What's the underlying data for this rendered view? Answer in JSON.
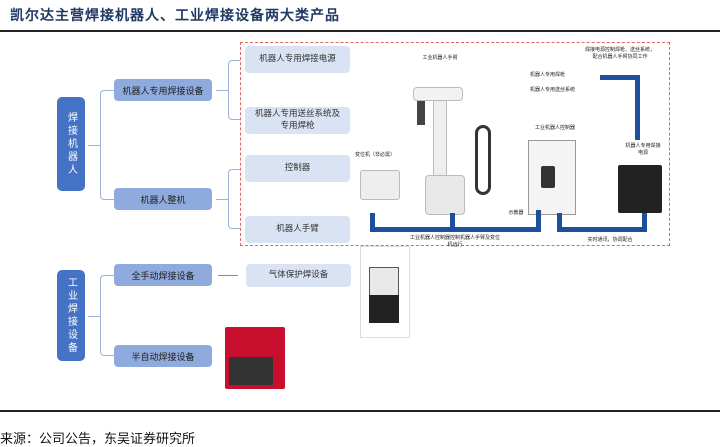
{
  "title": "凯尔达主营焊接机器人、工业焊接设备两大类产品",
  "robot": {
    "root": "焊接机器人",
    "branches": [
      {
        "label": "机器人专用焊接设备",
        "children": [
          "机器人专用焊接电源",
          "机器人专用送丝系统及专用焊枪"
        ]
      },
      {
        "label": "机器人整机",
        "children": [
          "控制器",
          "机器人手臂"
        ]
      }
    ],
    "photo_labels": {
      "arm": "工业机器人手臂",
      "torch": "机器人专用焊枪",
      "wire_feed": "机器人专用送丝系统",
      "positioner": "变位机（非必需）",
      "controller": "工业机器人控制器",
      "pendant": "示教器",
      "power_note": "焊接电源控制焊枪、送丝系统，配合机器人手臂协同工作",
      "power": "机器人专用焊接电源",
      "controller_note": "工业机器人控制器控制机器人手臂及变位机运行",
      "comm_note": "实时通讯，协调配合"
    },
    "accent": "#1f4e9c"
  },
  "industrial": {
    "root": "工业焊接设备",
    "branches": [
      {
        "label": "全手动焊接设备",
        "children": [
          "气体保护焊设备"
        ]
      },
      {
        "label": "半自动焊接设备",
        "children": []
      }
    ]
  },
  "source": "来源：公司公告，东吴证券研究所"
}
